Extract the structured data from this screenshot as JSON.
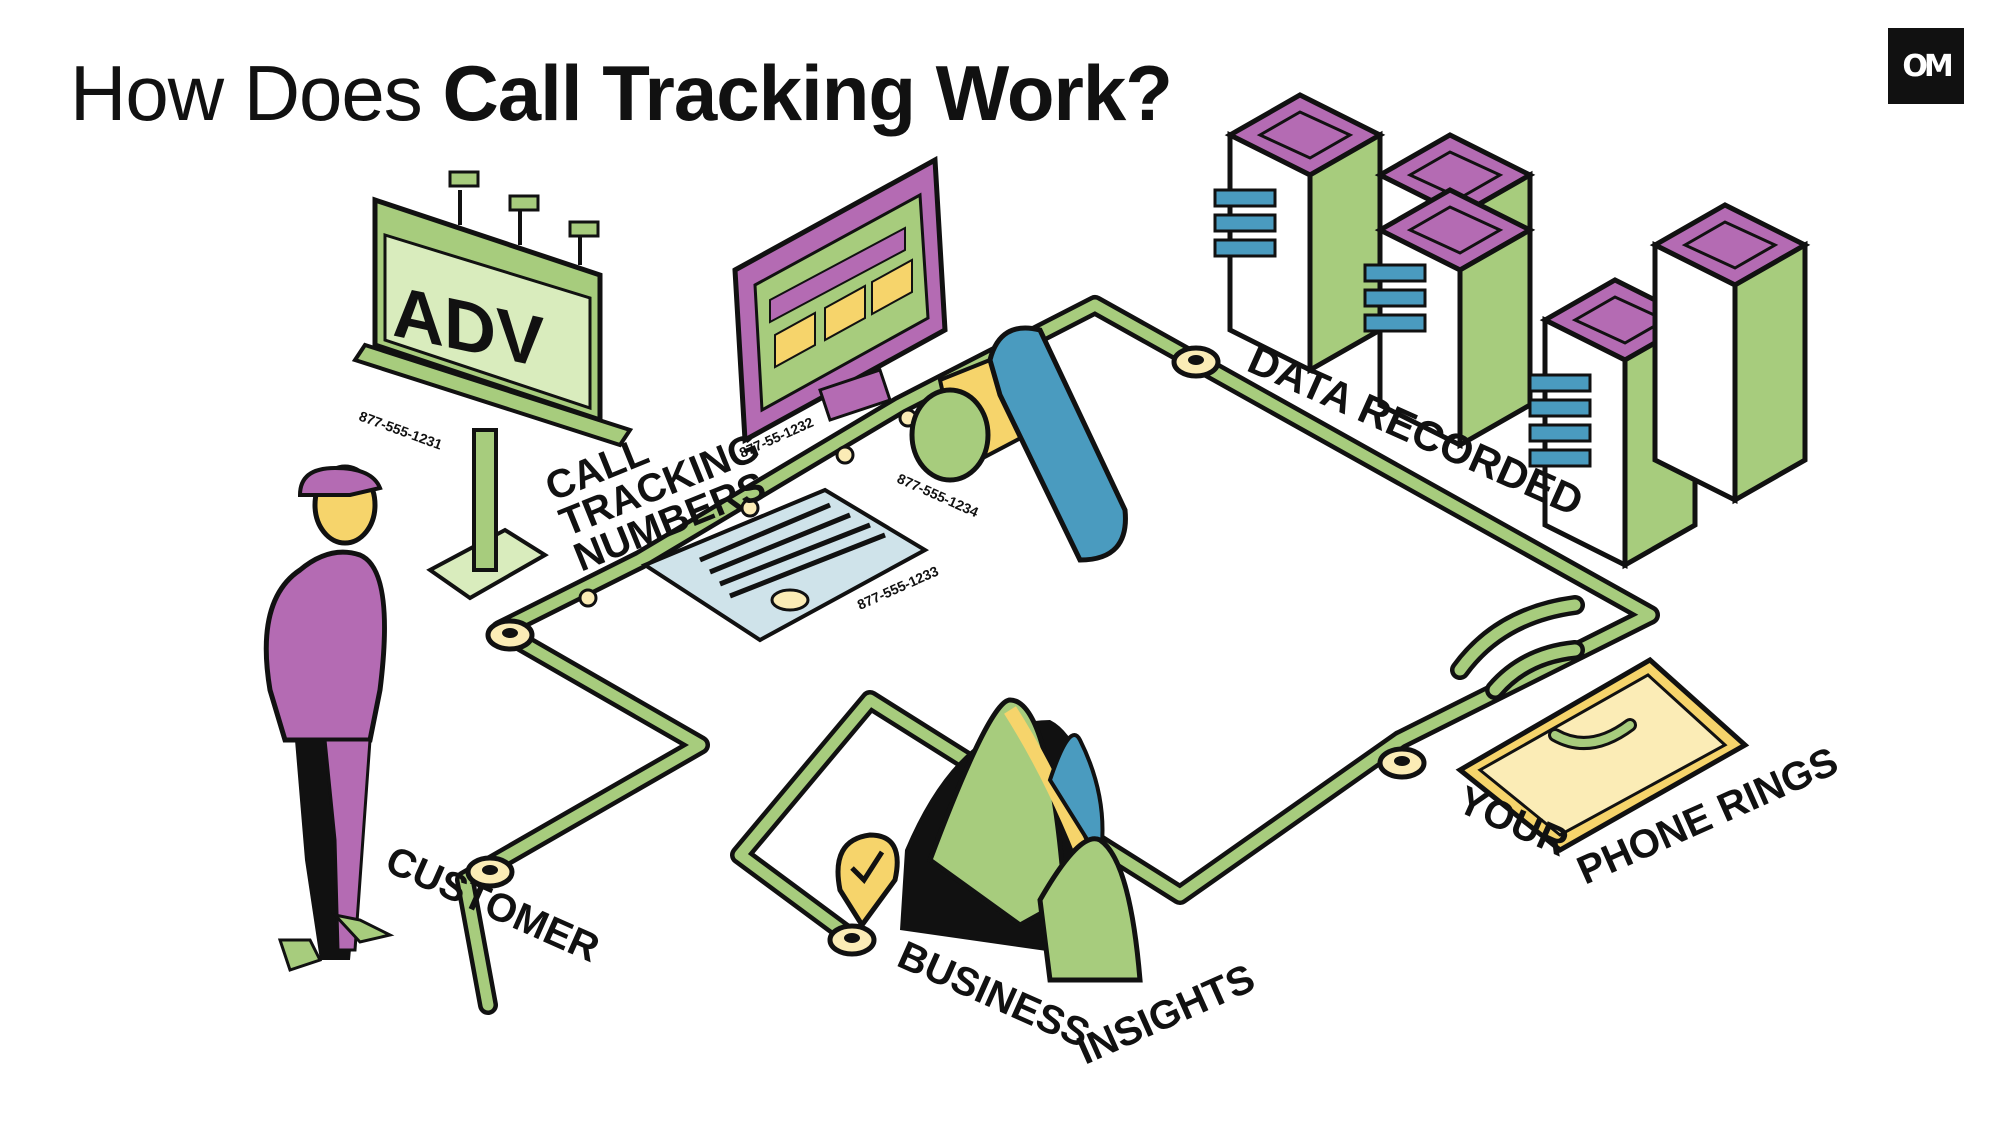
{
  "title": {
    "regular": "How Does ",
    "bold": "Call Tracking Work?"
  },
  "logo": {
    "text": "OM"
  },
  "stages": {
    "call_tracking_numbers": [
      "CALL",
      "TRACKING",
      "NUMBERS"
    ],
    "data_recorded": "DATA RECORDED",
    "your_phone_rings": [
      "YOUR",
      "PHONE RINGS"
    ],
    "business_insights": [
      "BUSINESS",
      "INSIGHTS"
    ],
    "customer": "CUSTOMER"
  },
  "numbers": {
    "billboard": "877-555-1231",
    "monitor": "877-55-1232",
    "newspaper": "877-555-1233",
    "ad_icon": "877-555-1234"
  },
  "billboard": {
    "text": "ADV"
  },
  "colors": {
    "green": "#a7cc7d",
    "light_green": "#d9ecbd",
    "purple": "#b46bb3",
    "blue": "#4a9bbf",
    "yellow": "#f6d46b",
    "cream": "#fbecb6",
    "dark": "#111111"
  }
}
